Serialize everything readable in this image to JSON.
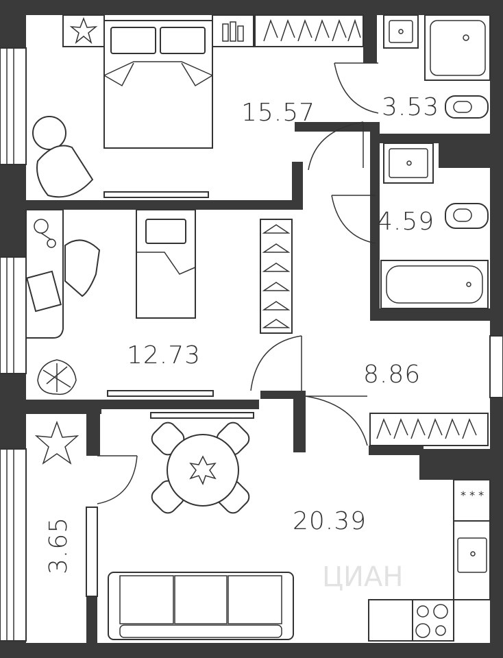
{
  "rooms": [
    {
      "id": "bedroom",
      "area": "15.57"
    },
    {
      "id": "wc",
      "area": "3.53"
    },
    {
      "id": "bathroom",
      "area": "4.59"
    },
    {
      "id": "child-room",
      "area": "12.73"
    },
    {
      "id": "hall",
      "area": "8.86"
    },
    {
      "id": "balcony",
      "area": "3.65"
    },
    {
      "id": "living-kitchen",
      "area": "20.39"
    }
  ],
  "watermark": "ЦИАН",
  "colors": {
    "wall": "#3a3a3a",
    "line": "#333333",
    "background": "#ffffff"
  }
}
